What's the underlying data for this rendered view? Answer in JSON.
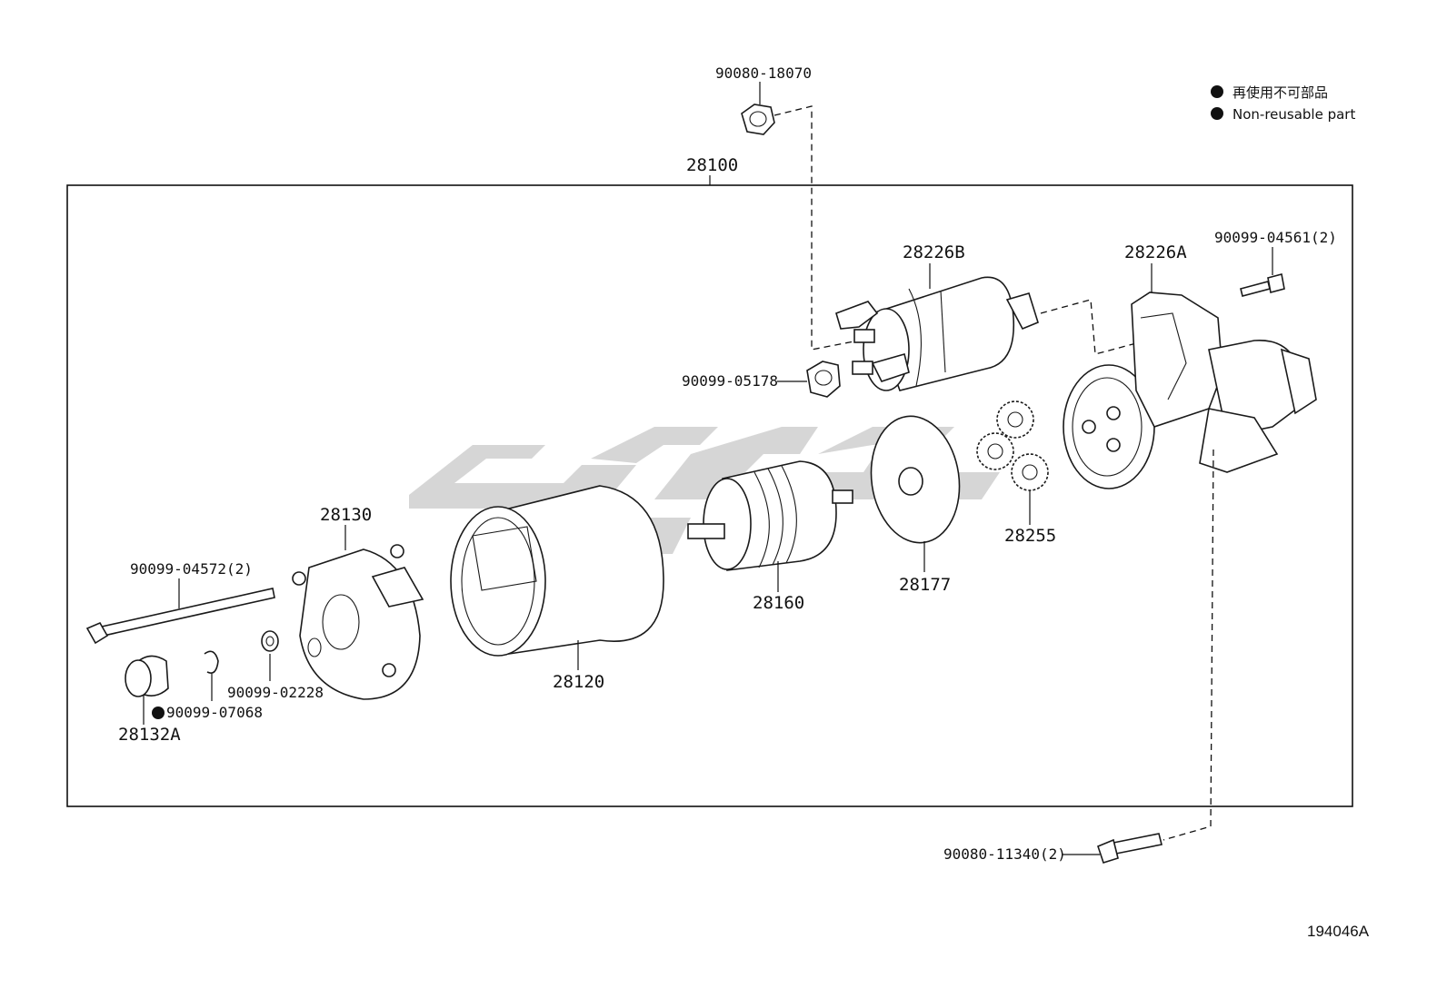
{
  "legend": {
    "ja_text": "再使用不可部品",
    "en_text": "Non-reusable part",
    "marker_color": "#111111"
  },
  "assembly_label": "28100",
  "diagram_id": "194046A",
  "watermark_color": "#c8c8c8",
  "parts": [
    {
      "key": "p90080_18070",
      "label": "90080-18070"
    },
    {
      "key": "p28226B",
      "label": "28226B"
    },
    {
      "key": "p28226A",
      "label": "28226A"
    },
    {
      "key": "p90099_04561",
      "label": "90099-04561(2)"
    },
    {
      "key": "p90099_05178",
      "label": "90099-05178"
    },
    {
      "key": "p28255",
      "label": "28255"
    },
    {
      "key": "p28177",
      "label": "28177"
    },
    {
      "key": "p28160",
      "label": "28160"
    },
    {
      "key": "p28130",
      "label": "28130"
    },
    {
      "key": "p28120",
      "label": "28120"
    },
    {
      "key": "p90099_04572",
      "label": "90099-04572(2)"
    },
    {
      "key": "p90099_02228",
      "label": "90099-02228"
    },
    {
      "key": "p90099_07068",
      "label": "90099-07068",
      "non_reusable": true
    },
    {
      "key": "p28132A",
      "label": "28132A"
    },
    {
      "key": "p90080_11340",
      "label": "90080-11340(2)"
    }
  ]
}
